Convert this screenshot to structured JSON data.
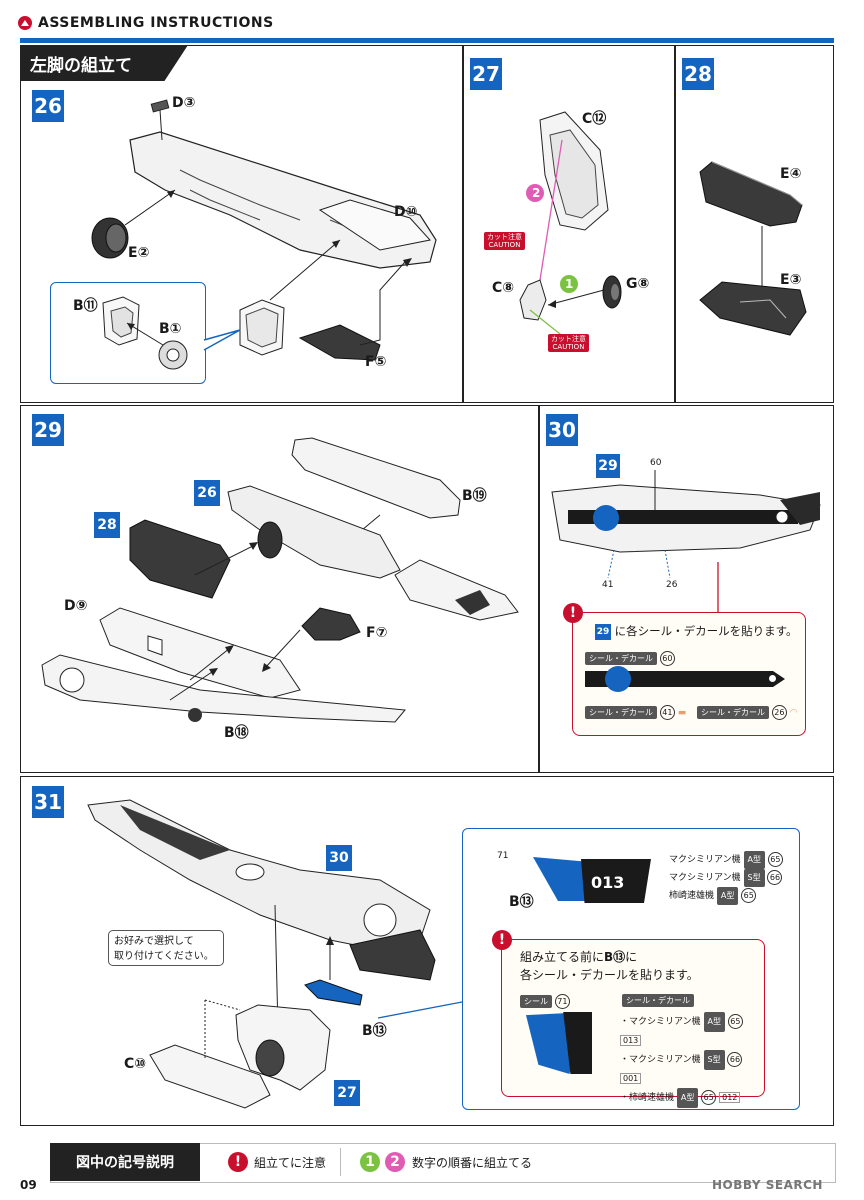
{
  "header": {
    "title": "ASSEMBLING INSTRUCTIONS"
  },
  "section": {
    "title": "左脚の組立て"
  },
  "steps": {
    "s26": "26",
    "s27": "27",
    "s28": "28",
    "s29": "29",
    "s30": "30",
    "s31": "31",
    "ref26": "26",
    "ref28": "28",
    "ref29": "29",
    "ref30": "30",
    "ref27": "27"
  },
  "parts": {
    "d3": "D③",
    "d10": "D⑩",
    "e2": "E②",
    "b11": "B⑪",
    "b1": "B①",
    "f5": "F⑤",
    "c12": "C⑫",
    "c8": "C⑧",
    "g8": "G⑧",
    "e4": "E④",
    "e3": "E③",
    "b19": "B⑲",
    "d9": "D⑨",
    "f7": "F⑦",
    "b18": "B⑱",
    "b13": "B⑬",
    "b13b": "B⑬",
    "c10": "C⑩"
  },
  "cut_caution": {
    "jp": "カット注意",
    "en": "CAUTION"
  },
  "seq": {
    "one": "1",
    "two": "2"
  },
  "step30": {
    "decal_nums": {
      "n60": "60",
      "n41": "41",
      "n26": "26"
    },
    "note_icon": "!",
    "note_badge": "29",
    "note_text": "に各シール・デカールを貼ります。",
    "label_main": "シール・デカール",
    "num_main": "60",
    "label_a": "シール・デカール",
    "num_a": "41",
    "label_b": "シール・デカール",
    "num_b": "26"
  },
  "step31": {
    "option_text_1": "お好みで選択して",
    "option_text_2": "取り付けてください。",
    "callout_num": "71",
    "tail_text": "013",
    "rows": [
      {
        "name": "マクシミリアン機",
        "type": "A型",
        "num": "65"
      },
      {
        "name": "マクシミリアン機",
        "type": "S型",
        "num": "66"
      },
      {
        "name": "柿崎速雄機",
        "type": "A型",
        "num": "65"
      }
    ],
    "note_icon": "!",
    "note_text_1": "組み立てる前に",
    "note_part": "B⑬",
    "note_text_1b": "に",
    "note_text_2": "各シール・デカールを貼ります。",
    "seal_label": "シール",
    "seal_num": "71",
    "decal_label": "シール・デカール",
    "decal_rows": [
      {
        "name": "・マクシミリアン機",
        "type": "A型",
        "num": "65",
        "code": "013"
      },
      {
        "name": "・マクシミリアン機",
        "type": "S型",
        "num": "66",
        "code": "001"
      },
      {
        "name": "・柿崎速雄機",
        "type": "A型",
        "num": "65",
        "code": "012"
      }
    ]
  },
  "footer": {
    "page": "09",
    "title": "図中の記号説明",
    "warn_icon": "!",
    "warn_text": "組立てに注意",
    "seq_one": "1",
    "seq_two": "2",
    "seq_text": "数字の順番に組立てる",
    "watermark": "HOBBY SEARCH"
  },
  "colors": {
    "blue": "#1565c0",
    "red": "#c8102e",
    "green": "#7cc242",
    "pink": "#e05cb4"
  }
}
